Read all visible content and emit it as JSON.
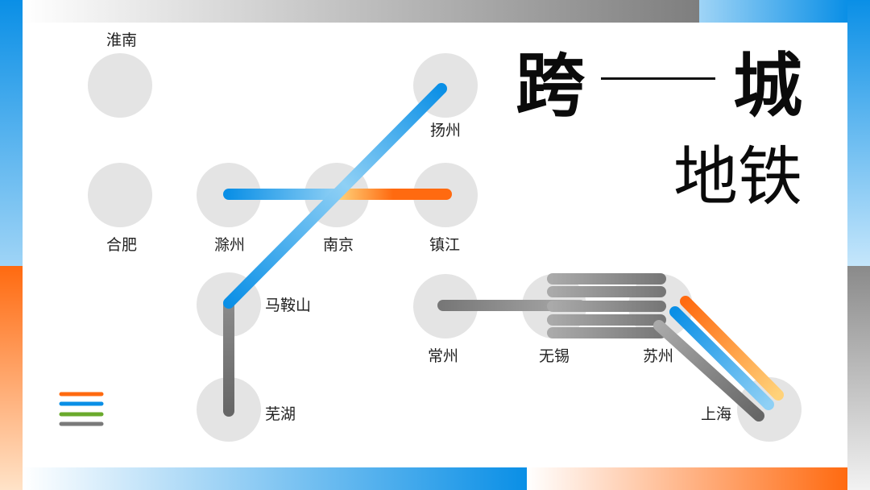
{
  "title": {
    "part1": "跨",
    "part2": "城",
    "line2": "地铁"
  },
  "stations": {
    "huainan": "淮南",
    "hefei": "合肥",
    "chuzhou": "滁州",
    "nanjing": "南京",
    "yangzhou": "扬州",
    "zhenjiang": "镇江",
    "maanshan": "马鞍山",
    "wuhu": "芜湖",
    "changzhou": "常州",
    "wuxi": "无锡",
    "suzhou": "苏州",
    "shanghai": "上海"
  },
  "colors": {
    "blue": "#0a8fe6",
    "light_blue": "#8fd0f5",
    "orange": "#ff6a10",
    "yellow": "#ffd27a",
    "green": "#6aaa2c",
    "gray": "#7a7a7a",
    "station_circle": "#e4e4e4"
  },
  "legend": {
    "swatches": [
      "orange",
      "blue",
      "green",
      "gray"
    ]
  }
}
